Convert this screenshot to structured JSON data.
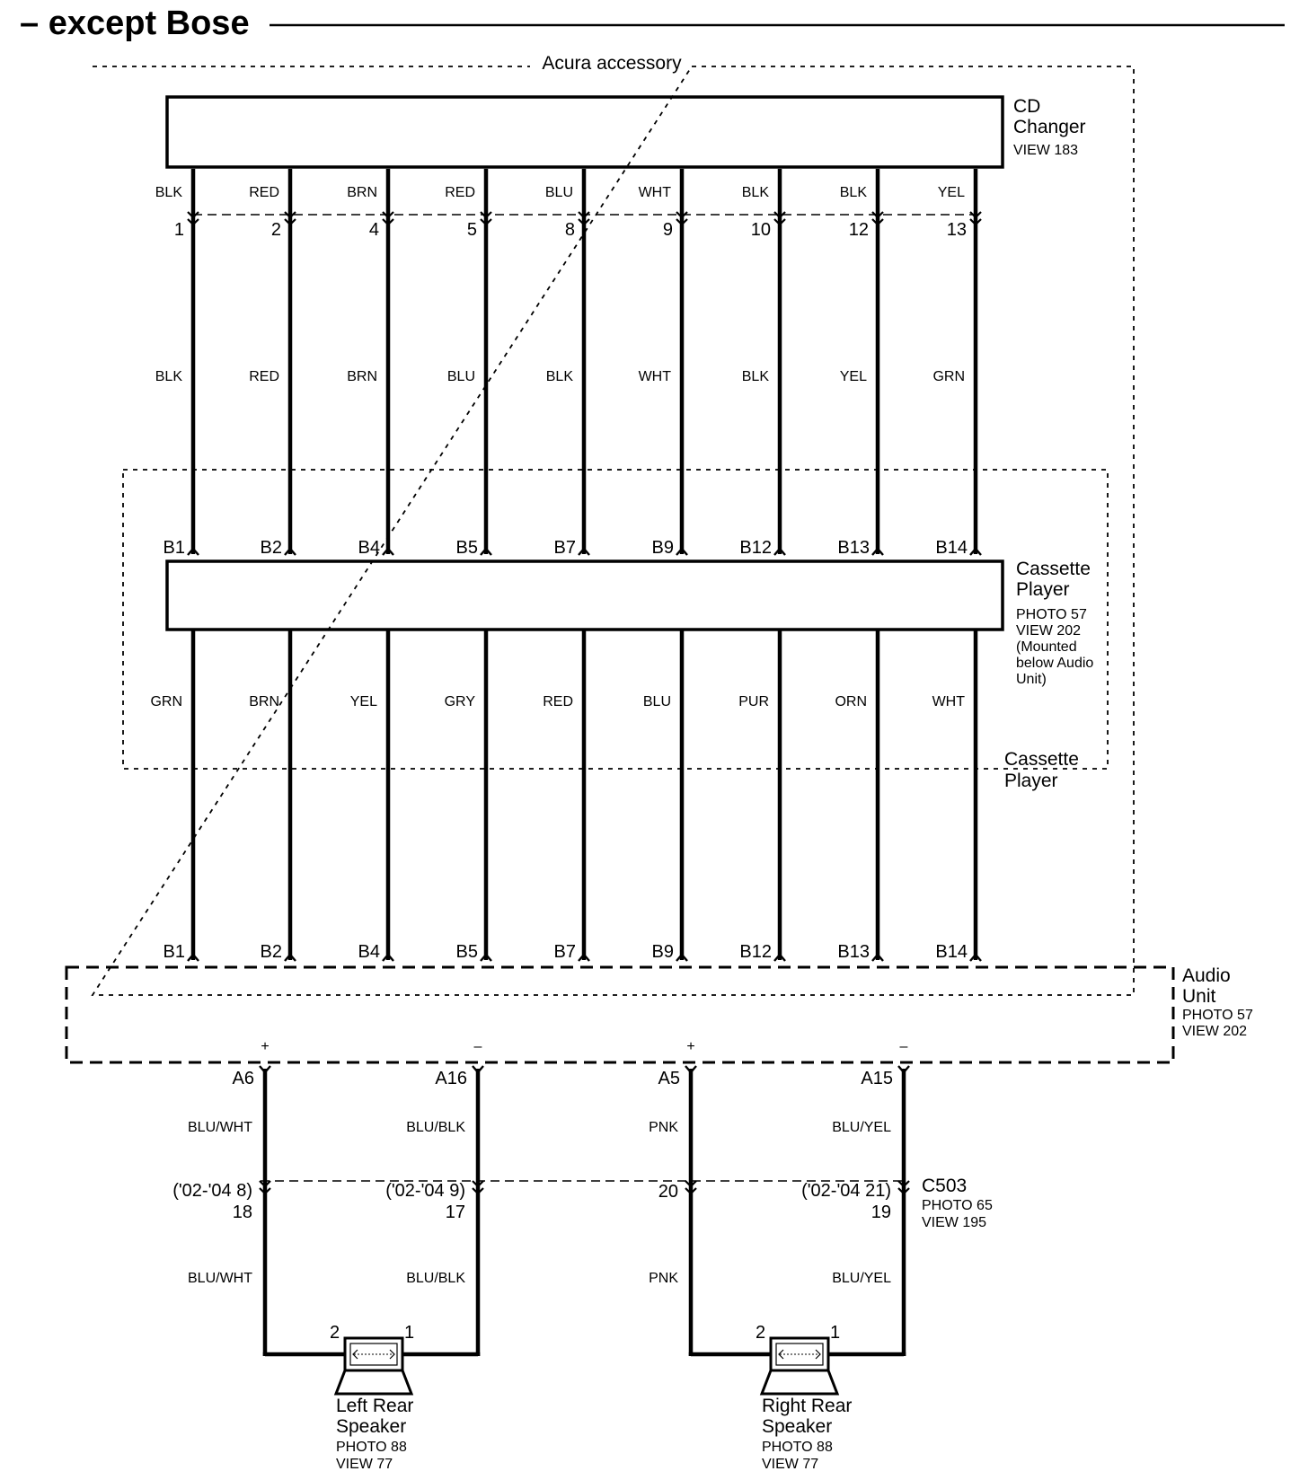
{
  "title": "– except Bose",
  "acura_accessory": "Acura accessory",
  "cd_changer": {
    "name_line1": "CD",
    "name_line2": "Changer",
    "view": "VIEW 183",
    "wires": [
      {
        "pin": "1",
        "color_top": "BLK",
        "color_mid": "BLK"
      },
      {
        "pin": "2",
        "color_top": "RED",
        "color_mid": "RED"
      },
      {
        "pin": "4",
        "color_top": "BRN",
        "color_mid": "BRN"
      },
      {
        "pin": "5",
        "color_top": "RED",
        "color_mid": "BLU"
      },
      {
        "pin": "8",
        "color_top": "BLU",
        "color_mid": "BLK"
      },
      {
        "pin": "9",
        "color_top": "WHT",
        "color_mid": "WHT"
      },
      {
        "pin": "10",
        "color_top": "BLK",
        "color_mid": "BLK"
      },
      {
        "pin": "12",
        "color_top": "BLK",
        "color_mid": "YEL"
      },
      {
        "pin": "13",
        "color_top": "YEL",
        "color_mid": "GRN"
      }
    ]
  },
  "cassette_player": {
    "name_line1": "Cassette",
    "name_line2": "Player",
    "photo": "PHOTO 57",
    "view": "VIEW 202",
    "note_line1": "(Mounted",
    "note_line2": "below Audio",
    "note_line3": "Unit)",
    "group_line1": "Cassette",
    "group_line2": "Player",
    "pins": [
      "B1",
      "B2",
      "B4",
      "B5",
      "B7",
      "B9",
      "B12",
      "B13",
      "B14"
    ],
    "lower_colors": [
      "GRN",
      "BRN",
      "YEL",
      "GRY",
      "RED",
      "BLU",
      "PUR",
      "ORN",
      "WHT"
    ]
  },
  "audio_unit": {
    "name_line1": "Audio",
    "name_line2": "Unit",
    "photo": "PHOTO 57",
    "view": "VIEW 202",
    "pins_top": [
      "B1",
      "B2",
      "B4",
      "B5",
      "B7",
      "B9",
      "B12",
      "B13",
      "B14"
    ],
    "outputs": [
      {
        "pin": "A6",
        "polarity": "+",
        "color": "BLU/WHT",
        "c503_a": "('02-'04 8)",
        "c503_b": "18"
      },
      {
        "pin": "A16",
        "polarity": "–",
        "color": "BLU/BLK",
        "c503_a": "('02-'04 9)",
        "c503_b": "17"
      },
      {
        "pin": "A5",
        "polarity": "+",
        "color": "PNK",
        "c503_a": "",
        "c503_b": "20"
      },
      {
        "pin": "A15",
        "polarity": "–",
        "color": "BLU/YEL",
        "c503_a": "('02-'04 21)",
        "c503_b": "19"
      }
    ]
  },
  "c503": {
    "name": "C503",
    "photo": "PHOTO 65",
    "view": "VIEW 195"
  },
  "speakers": [
    {
      "name_line1": "Left Rear",
      "name_line2": "Speaker",
      "photo": "PHOTO 88",
      "view": "VIEW 77",
      "pin_left": "2",
      "pin_right": "1"
    },
    {
      "name_line1": "Right Rear",
      "name_line2": "Speaker",
      "photo": "PHOTO 88",
      "view": "VIEW 77",
      "pin_left": "2",
      "pin_right": "1"
    }
  ],
  "colors": {
    "ink": "#000000",
    "background": "#ffffff"
  }
}
